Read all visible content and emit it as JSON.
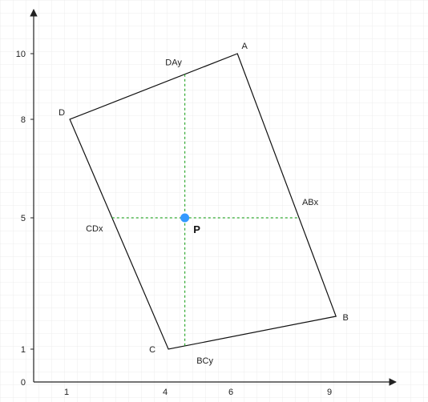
{
  "diagram": {
    "axes": {
      "x_ticks": [
        {
          "value": 1,
          "label": "1"
        },
        {
          "value": 4,
          "label": "4"
        },
        {
          "value": 6,
          "label": "6"
        },
        {
          "value": 9,
          "label": "9"
        }
      ],
      "y_ticks": [
        {
          "value": 0,
          "label": "0"
        },
        {
          "value": 1,
          "label": "1"
        },
        {
          "value": 5,
          "label": "5"
        },
        {
          "value": 8,
          "label": "8"
        },
        {
          "value": 10,
          "label": "10"
        }
      ]
    },
    "rectangle": {
      "vertices": [
        {
          "id": "A",
          "label": "A",
          "x": 6.2,
          "y": 10.0
        },
        {
          "id": "B",
          "label": "B",
          "x": 9.2,
          "y": 2.0
        },
        {
          "id": "C",
          "label": "C",
          "x": 4.1,
          "y": 1.0
        },
        {
          "id": "D",
          "label": "D",
          "x": 1.1,
          "y": 8.0
        }
      ]
    },
    "point": {
      "label": "P",
      "x": 4.6,
      "y": 5.0,
      "color": "#3399ff"
    },
    "construction": {
      "color": "#33aa33",
      "labels": [
        {
          "id": "DAy",
          "label": "DAy"
        },
        {
          "id": "ABx",
          "label": "ABx"
        },
        {
          "id": "CDx",
          "label": "CDx"
        },
        {
          "id": "BCy",
          "label": "BCy"
        }
      ]
    }
  }
}
